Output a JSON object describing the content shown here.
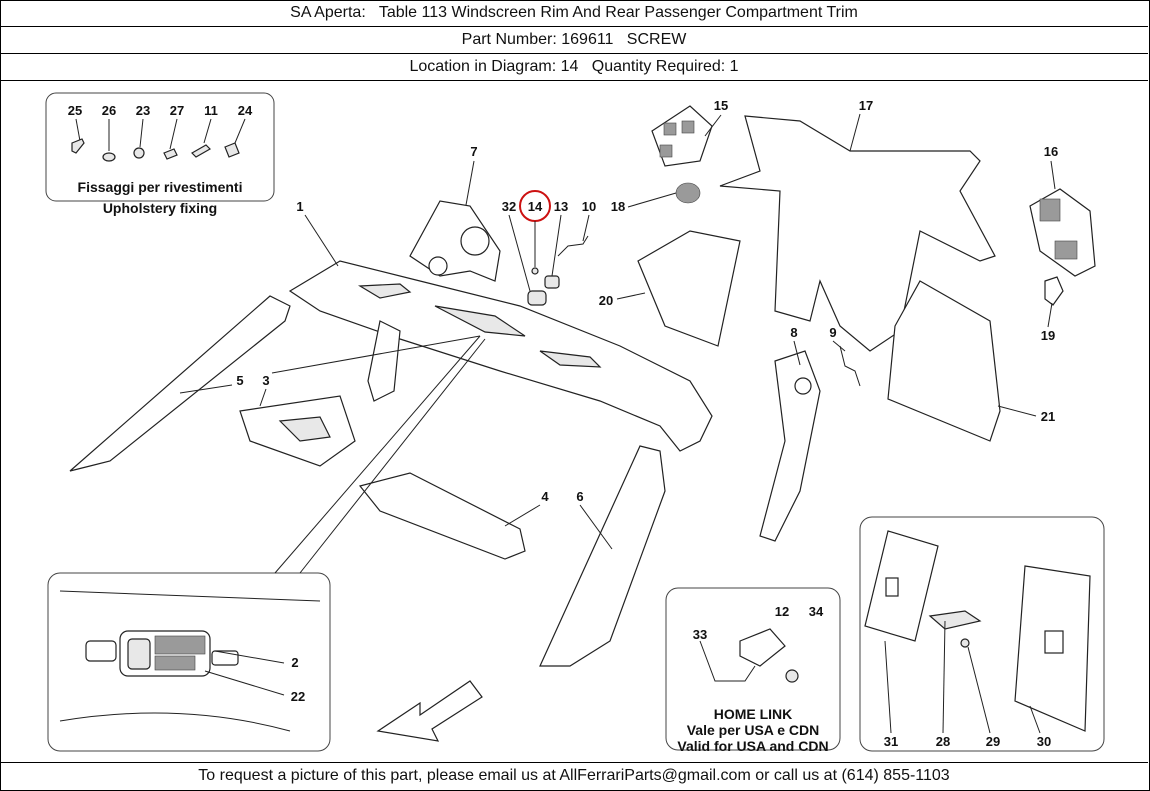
{
  "header": {
    "title": "SA Aperta:   Table 113 Windscreen Rim And Rear Passenger Compartment Trim",
    "part_number": "Part Number: 169611   SCREW",
    "location": "Location in Diagram: 14   Quantity Required: 1"
  },
  "footer": {
    "text": "To request a picture of this part, please email us at AllFerrariParts@gmail.com or call us at (614) 855-1103"
  },
  "diagram": {
    "highlight_color": "#cc1111",
    "highlighted_callout": "14",
    "fixing_box": {
      "caption_it": "Fissaggi per rivestimenti",
      "caption_en": "Upholstery fixing",
      "labels": [
        "25",
        "26",
        "23",
        "27",
        "11",
        "24"
      ]
    },
    "homelink_box": {
      "caption_1": "HOME LINK",
      "caption_2": "Vale per USA e CDN",
      "caption_3": "Valid for USA and CDN",
      "labels": [
        "12",
        "33",
        "34"
      ]
    },
    "callouts": {
      "c1": "1",
      "c2": "2",
      "c3": "3",
      "c4": "4",
      "c5": "5",
      "c6": "6",
      "c7": "7",
      "c8": "8",
      "c9": "9",
      "c10": "10",
      "c13": "13",
      "c14": "14",
      "c15": "15",
      "c16": "16",
      "c17": "17",
      "c18": "18",
      "c19": "19",
      "c20": "20",
      "c21": "21",
      "c22": "22",
      "c28": "28",
      "c29": "29",
      "c30": "30",
      "c31": "31",
      "c32": "32"
    }
  }
}
